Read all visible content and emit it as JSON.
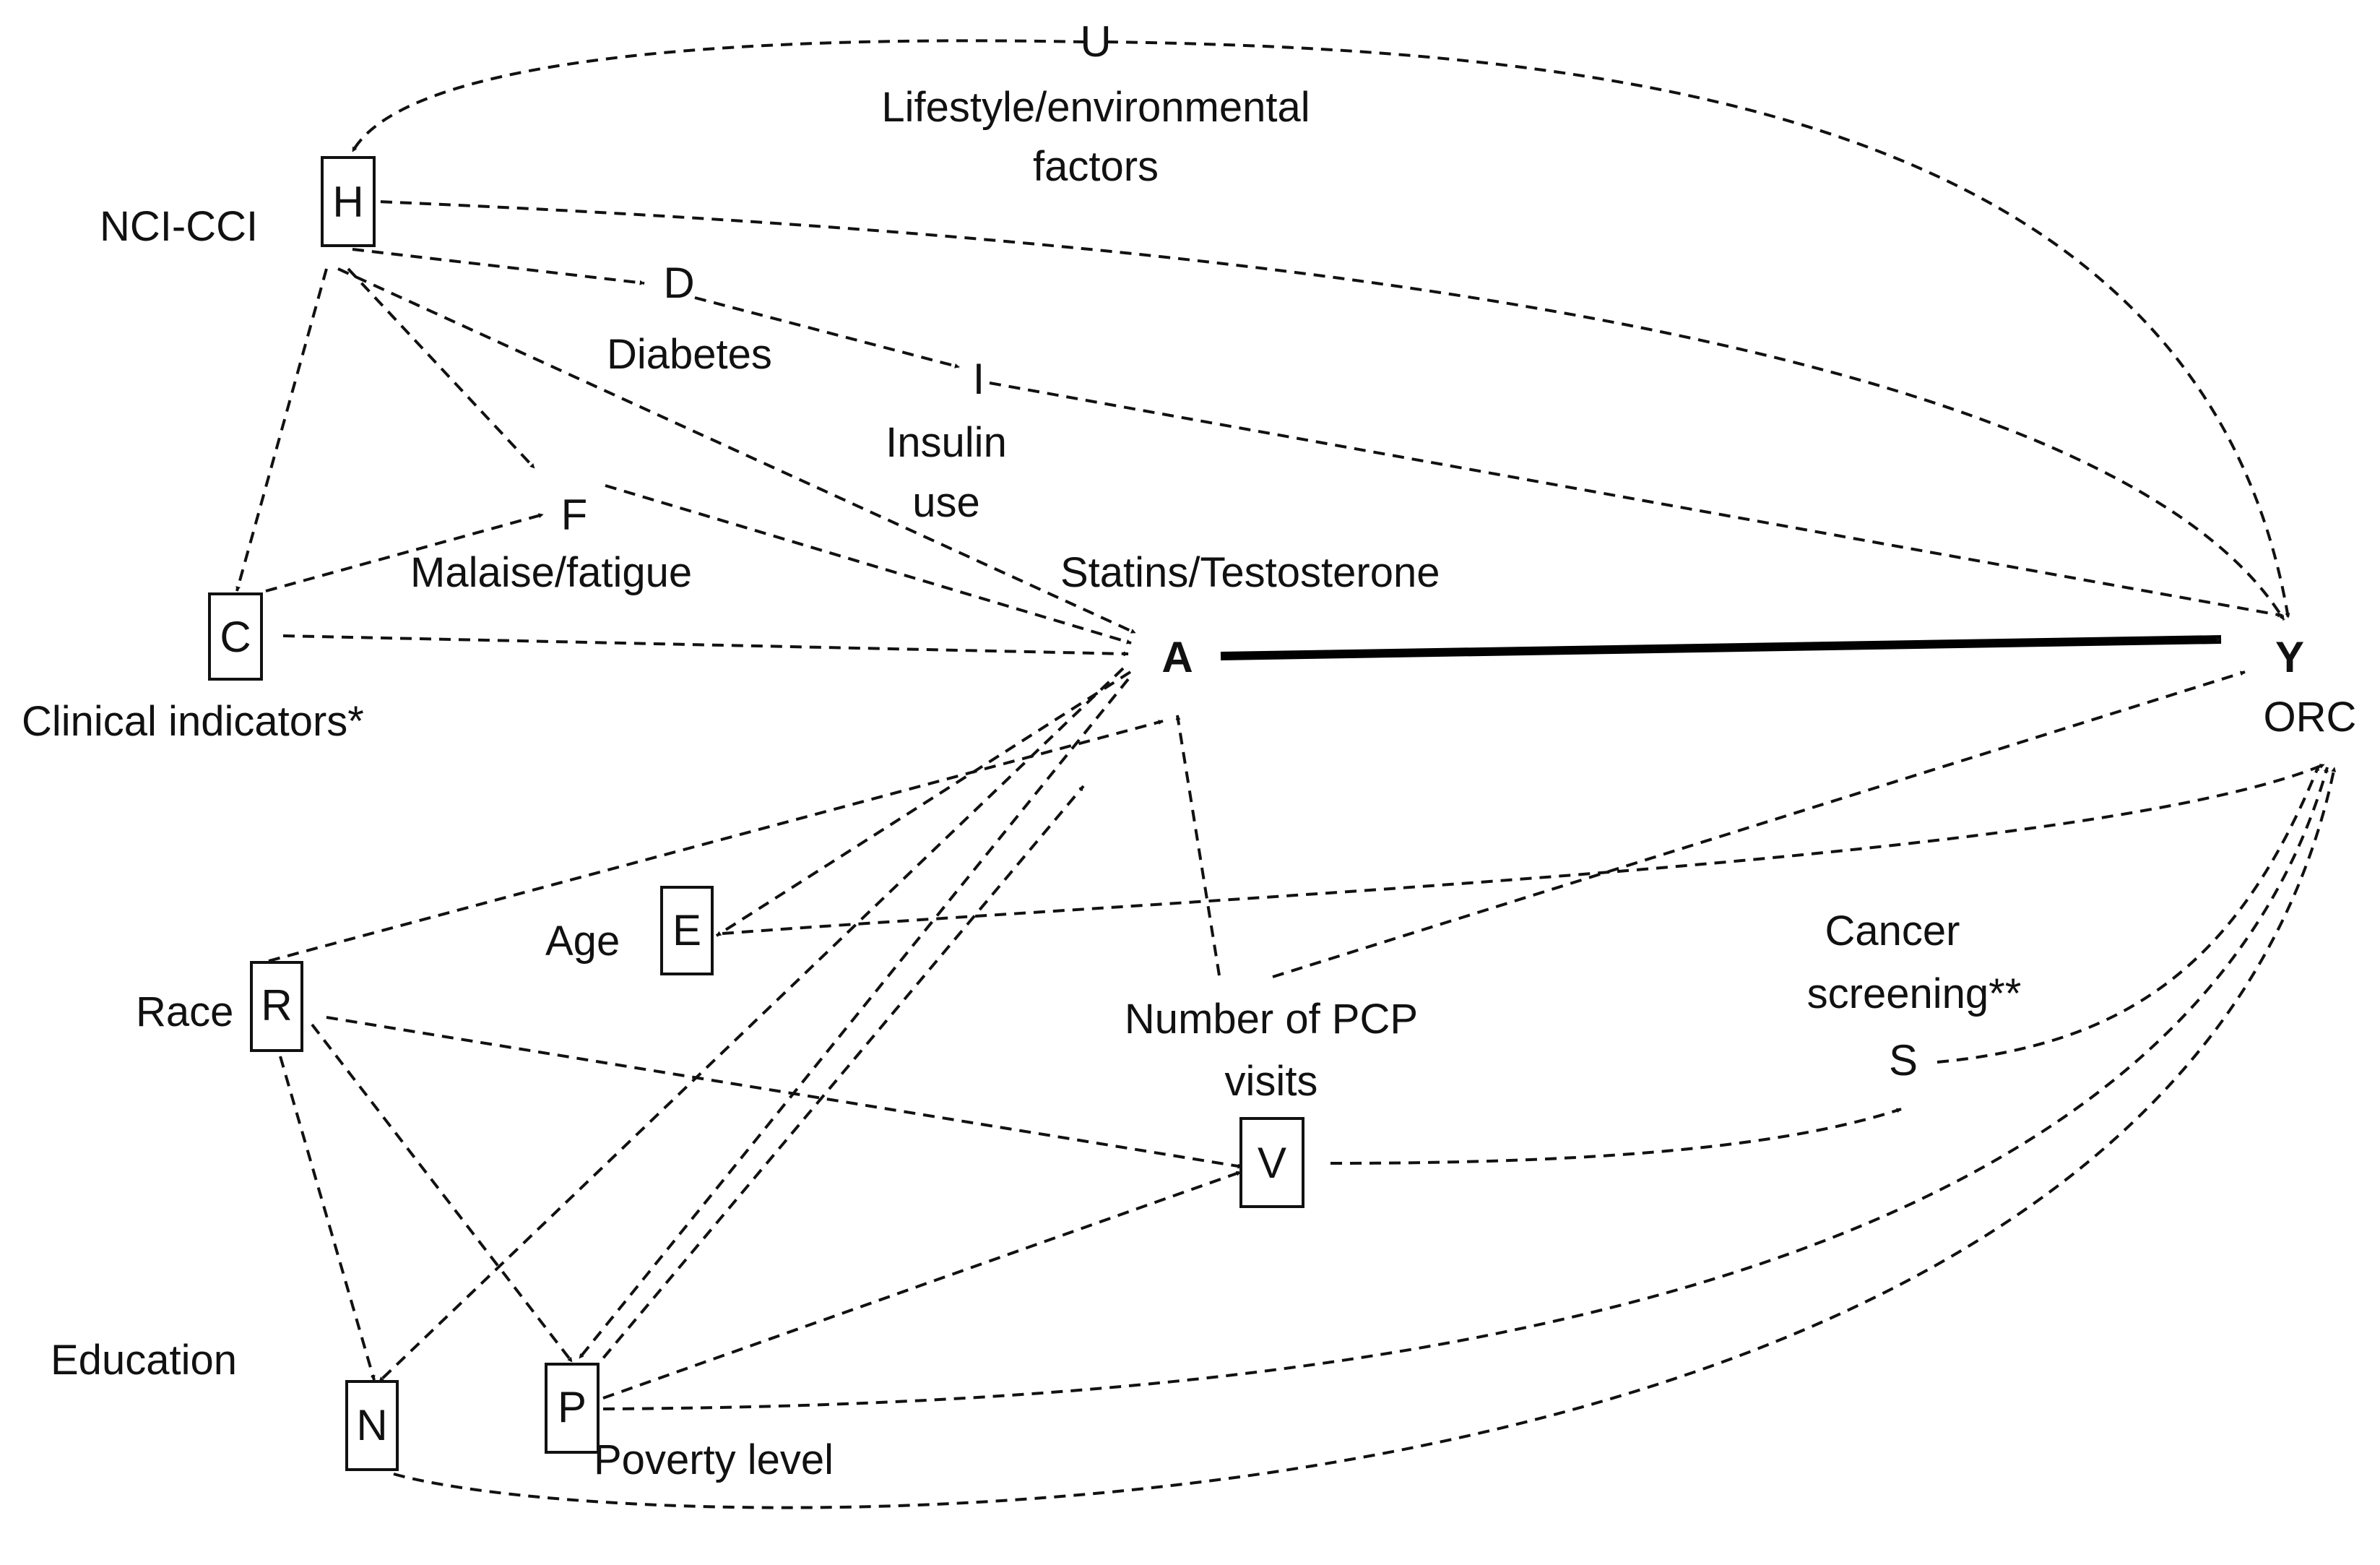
{
  "nodes": {
    "U": {
      "symbol": "U",
      "label_lines": [
        "Lifestyle/environmental",
        "factors"
      ],
      "boxed": false
    },
    "H": {
      "symbol": "H",
      "label_lines": [
        "NCI-CCI"
      ],
      "boxed": true
    },
    "D": {
      "symbol": "D",
      "label_lines": [
        "Diabetes"
      ],
      "boxed": false
    },
    "I": {
      "symbol": "I",
      "label_lines": [
        "Insulin",
        "use"
      ],
      "boxed": false
    },
    "F": {
      "symbol": "F",
      "label_lines": [
        "Malaise/fatigue"
      ],
      "boxed": false
    },
    "C": {
      "symbol": "C",
      "label_lines": [
        "Clinical indicators*"
      ],
      "boxed": true
    },
    "A": {
      "symbol": "A",
      "label_lines": [
        "Statins/Testosterone"
      ],
      "boxed": false
    },
    "Y": {
      "symbol": "Y",
      "label_lines": [
        "ORC"
      ],
      "boxed": false
    },
    "E": {
      "symbol": "E",
      "label_lines": [
        "Age"
      ],
      "boxed": true
    },
    "R": {
      "symbol": "R",
      "label_lines": [
        "Race"
      ],
      "boxed": true
    },
    "V": {
      "symbol": "V",
      "label_lines": [
        "Number of PCP",
        "visits"
      ],
      "boxed": true
    },
    "S": {
      "symbol": "S",
      "label_lines": [
        "Cancer",
        "screening**"
      ],
      "boxed": false
    },
    "N": {
      "symbol": "N",
      "label_lines": [
        "Education"
      ],
      "boxed": true
    },
    "P": {
      "symbol": "P",
      "label_lines": [
        "Poverty level"
      ],
      "boxed": true
    }
  },
  "edges": [
    {
      "from": "U",
      "to": "H",
      "style": "dashed"
    },
    {
      "from": "U",
      "to": "Y",
      "style": "dashed"
    },
    {
      "from": "H",
      "to": "Y",
      "style": "dashed"
    },
    {
      "from": "H",
      "to": "D",
      "style": "dashed"
    },
    {
      "from": "H",
      "to": "F",
      "style": "dashed"
    },
    {
      "from": "H",
      "to": "C",
      "style": "dashed"
    },
    {
      "from": "H",
      "to": "A",
      "style": "dashed"
    },
    {
      "from": "D",
      "to": "I",
      "style": "dashed"
    },
    {
      "from": "I",
      "to": "Y",
      "style": "dashed"
    },
    {
      "from": "C",
      "to": "F",
      "style": "dashed"
    },
    {
      "from": "C",
      "to": "A",
      "style": "dashed"
    },
    {
      "from": "F",
      "to": "A",
      "style": "dashed"
    },
    {
      "from": "A",
      "to": "Y",
      "style": "solid-bold"
    },
    {
      "from": "R",
      "to": "A",
      "style": "dashed"
    },
    {
      "from": "A",
      "to": "E",
      "style": "dashed"
    },
    {
      "from": "E",
      "to": "Y",
      "style": "dashed"
    },
    {
      "from": "A",
      "to": "N",
      "style": "dashed"
    },
    {
      "from": "A",
      "to": "P",
      "style": "dashed"
    },
    {
      "from": "P",
      "to": "A",
      "style": "dashed"
    },
    {
      "from": "V",
      "to": "A",
      "style": "dashed"
    },
    {
      "from": "V",
      "to": "Y",
      "style": "dashed"
    },
    {
      "from": "R",
      "to": "V",
      "style": "dashed"
    },
    {
      "from": "R",
      "to": "N",
      "style": "dashed"
    },
    {
      "from": "R",
      "to": "P",
      "style": "dashed"
    },
    {
      "from": "P",
      "to": "V",
      "style": "dashed"
    },
    {
      "from": "P",
      "to": "Y",
      "style": "dashed"
    },
    {
      "from": "N",
      "to": "Y",
      "style": "dashed"
    },
    {
      "from": "V",
      "to": "S",
      "style": "dashed"
    },
    {
      "from": "S",
      "to": "Y",
      "style": "dashed"
    }
  ]
}
